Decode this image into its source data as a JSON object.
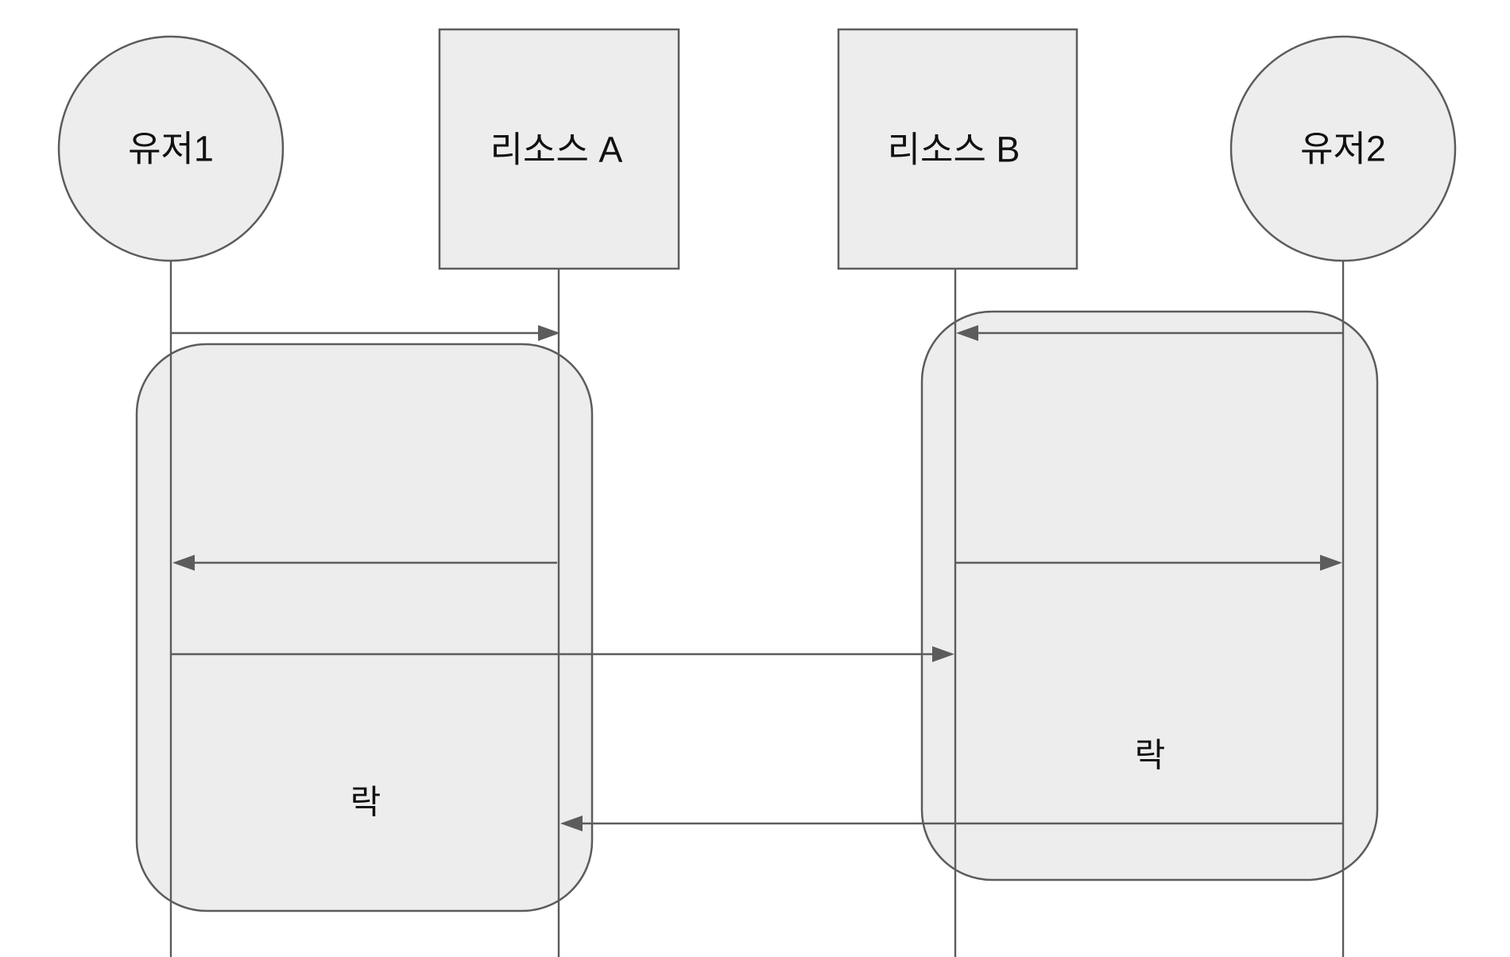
{
  "diagram": {
    "title": "resource-lock-sequence-diagram",
    "actors": [
      {
        "id": "user1",
        "label": "유저1",
        "shape": "circle"
      },
      {
        "id": "resourceA",
        "label": "리소스 A",
        "shape": "rect"
      },
      {
        "id": "resourceB",
        "label": "리소스 B",
        "shape": "rect"
      },
      {
        "id": "user2",
        "label": "유저2",
        "shape": "circle"
      }
    ],
    "locks": [
      {
        "id": "lock-left",
        "label": "락",
        "span": "유저1 ~ 리소스 A"
      },
      {
        "id": "lock-right",
        "label": "락",
        "span": "리소스 B ~ 유저2"
      }
    ],
    "arrows": [
      {
        "from": "유저1",
        "to": "리소스 A",
        "direction": "right"
      },
      {
        "from": "유저2",
        "to": "리소스 B",
        "direction": "left"
      },
      {
        "from": "리소스 A",
        "to": "유저1",
        "direction": "left"
      },
      {
        "from": "리소스 B",
        "to": "유저2",
        "direction": "right"
      },
      {
        "from": "유저1",
        "to": "리소스 B",
        "direction": "right"
      },
      {
        "from": "유저2",
        "to": "리소스 A",
        "direction": "left"
      }
    ],
    "colors": {
      "background": "#ffffff",
      "shape_fill": "#ededed",
      "stroke": "#5c5c5c",
      "text": "#111111"
    }
  }
}
